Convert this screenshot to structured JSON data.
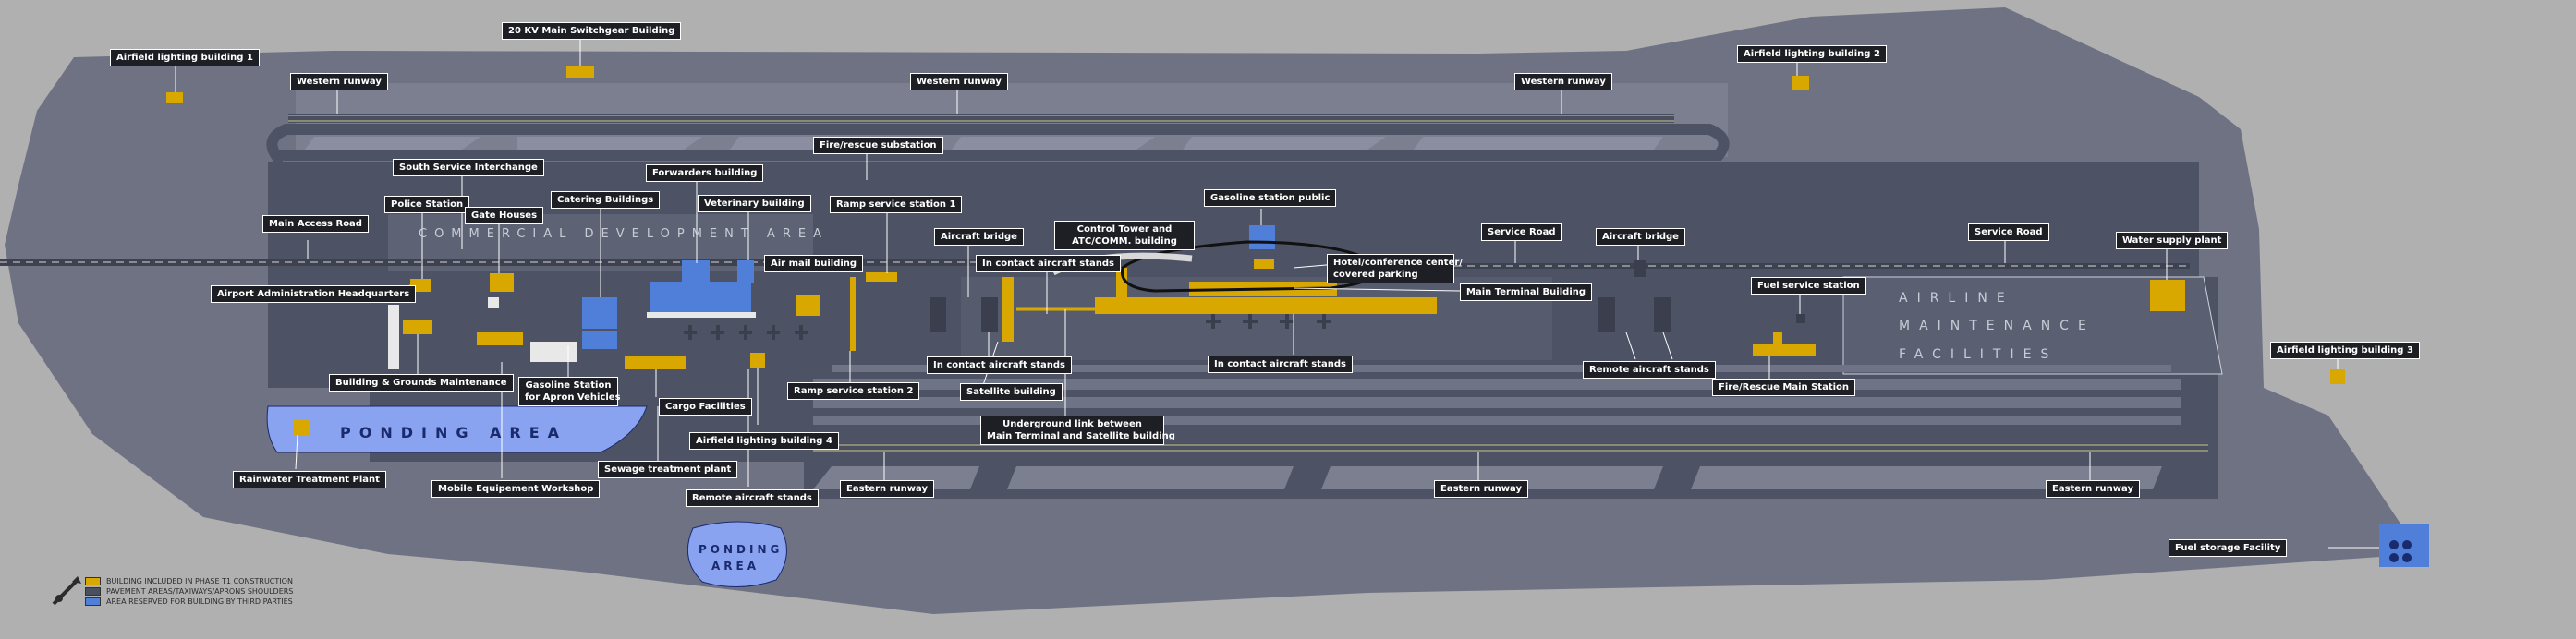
{
  "labels": {
    "switchgear": "20 KV Main Switchgear Building",
    "afl1": "Airfield lighting building 1",
    "afl2": "Airfield lighting building 2",
    "afl3": "Airfield lighting building 3",
    "afl4": "Airfield lighting building 4",
    "wrunway1": "Western runway",
    "wrunway2": "Western runway",
    "wrunway3": "Western runway",
    "erunway1": "Eastern runway",
    "erunway2": "Eastern runway",
    "erunway3": "Eastern runway",
    "south_service": "South Service Interchange",
    "forwarders": "Forwarders building",
    "fire_sub": "Fire/rescue substation",
    "police": "Police Station",
    "gate": "Gate Houses",
    "catering": "Catering Buildings",
    "veterinary": "Veterinary building",
    "ramp1": "Ramp service station 1",
    "ramp2": "Ramp service station 2",
    "main_access": "Main Access Road",
    "air_mail": "Air mail building",
    "aircraft_bridge1": "Aircraft bridge",
    "aircraft_bridge2": "Aircraft bridge",
    "control_tower_1": "Control Tower and",
    "control_tower_2": "ATC/COMM. building",
    "gas_public": "Gasoline station public",
    "service_road1": "Service Road",
    "service_road2": "Service Road",
    "water_supply": "Water supply plant",
    "airport_admin": "Airport Administration Headquarters",
    "contact_stands1": "In contact aircraft stands",
    "contact_stands2": "In contact aircraft stands",
    "contact_stands3": "In contact aircraft stands",
    "hotel_1": "Hotel/conference center/",
    "hotel_2": "covered parking",
    "main_terminal": "Main Terminal Building",
    "fuel_service": "Fuel service station",
    "remote_stands1": "Remote aircraft stands",
    "remote_stands2": "Remote aircraft stands",
    "building_grounds": "Building & Grounds Maintenance",
    "gas_apron_1": "Gasoline Station",
    "gas_apron_2": "for Apron Vehicles",
    "cargo": "Cargo Facilities",
    "satellite": "Satellite building",
    "fire_main": "Fire/Rescue Main Station",
    "underground_1": "Underground link between",
    "underground_2": "Main Terminal and Satellite building",
    "rainwater": "Rainwater Treatment Plant",
    "mobile_equip": "Mobile Equipement Workshop",
    "sewage": "Sewage treatment plant",
    "fuel_storage": "Fuel storage Facility"
  },
  "areas": {
    "commercial": "COMMERCIAL  DEVELOPMENT  AREA",
    "airline_1": "AIRLINE",
    "airline_2": "MAINTENANCE",
    "airline_3": "FACILITIES",
    "ponding_main": "PONDING  AREA",
    "ponding_small_1": "PONDING",
    "ponding_small_2": "AREA"
  },
  "legend": {
    "items": [
      {
        "text": "BUILDING INCLUDED IN PHASE T1 CONSTRUCTION",
        "color": "#d9a800"
      },
      {
        "text": "PAVEMENT AREAS/TAXIWAYS/APRONS SHOULDERS",
        "color": "#4a4f60"
      },
      {
        "text": "AREA RESERVED FOR BUILDING BY THIRD PARTIES",
        "color": "#4f7fd8"
      }
    ]
  },
  "colors": {
    "background": "#b0b0b0",
    "site": "#6e7283",
    "pavement": "#4d5264",
    "building": "#d9a800",
    "third_party": "#4f7fd8",
    "pond": "#8aa3f0"
  }
}
